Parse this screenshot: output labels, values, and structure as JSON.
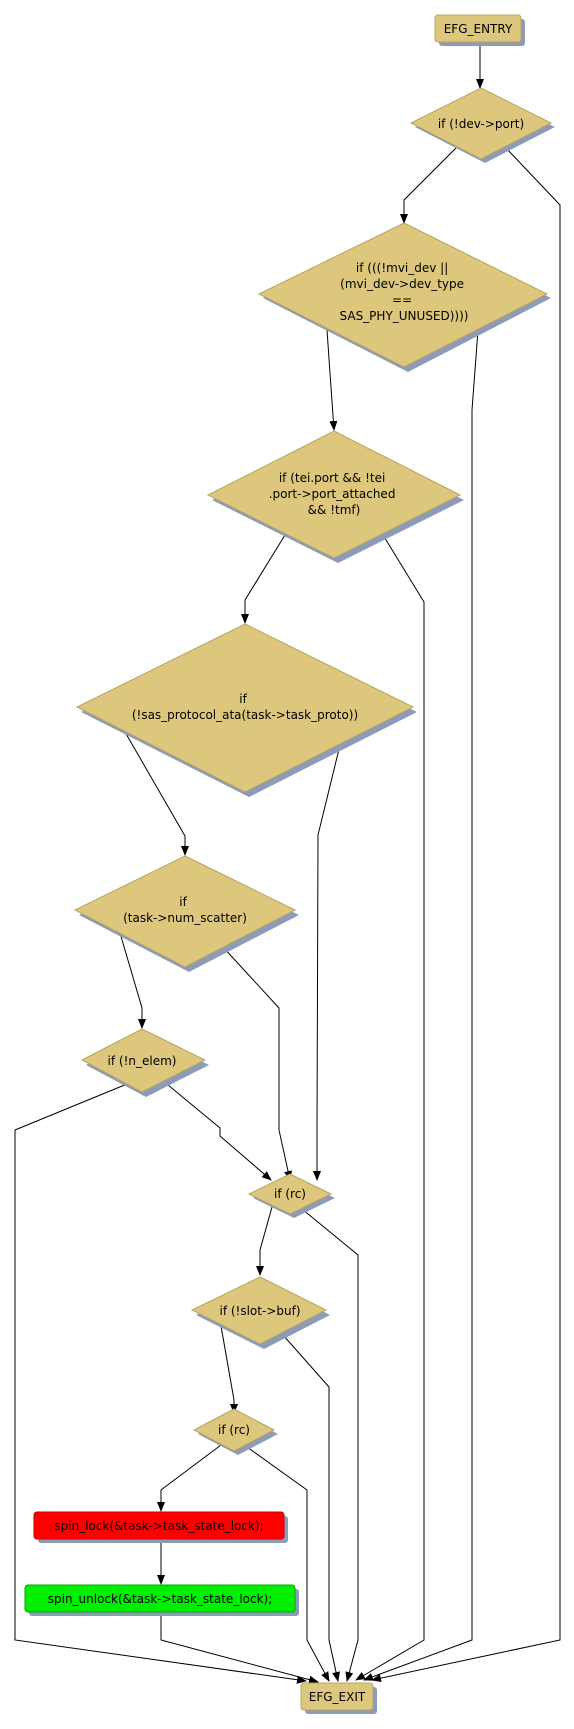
{
  "colors": {
    "decision": "#dcc77c",
    "terminal": "#dcc77c",
    "shadow": "#8c9bb8",
    "red_block": "#ff0000",
    "green_block": "#00ee00",
    "edge": "#000000"
  },
  "nodes": {
    "entry": {
      "lines": [
        "EFG_ENTRY"
      ]
    },
    "d1": {
      "lines": [
        "if (!dev->port)"
      ]
    },
    "d2": {
      "lines": [
        "if (((!mvi_dev ||",
        "(mvi_dev->dev_type",
        "==",
        "SAS_PHY_UNUSED))))"
      ]
    },
    "d3": {
      "lines": [
        "if (tei.port && !tei",
        ".port->port_attached",
        "&& !tmf)"
      ]
    },
    "d4": {
      "lines": [
        "if",
        "(!sas_protocol_ata(task->task_proto))"
      ]
    },
    "d5": {
      "lines": [
        "if",
        "(task->num_scatter)"
      ]
    },
    "d6": {
      "lines": [
        "if (!n_elem)"
      ]
    },
    "d7": {
      "lines": [
        "if (rc)"
      ]
    },
    "d8": {
      "lines": [
        "if (!slot->buf)"
      ]
    },
    "d9": {
      "lines": [
        "if (rc)"
      ]
    },
    "lock": {
      "lines": [
        "spin_lock(&task->task_state_lock);"
      ]
    },
    "unlock": {
      "lines": [
        "spin_unlock(&task->task_state_lock);"
      ]
    },
    "exit": {
      "lines": [
        "EFG_EXIT"
      ]
    }
  }
}
